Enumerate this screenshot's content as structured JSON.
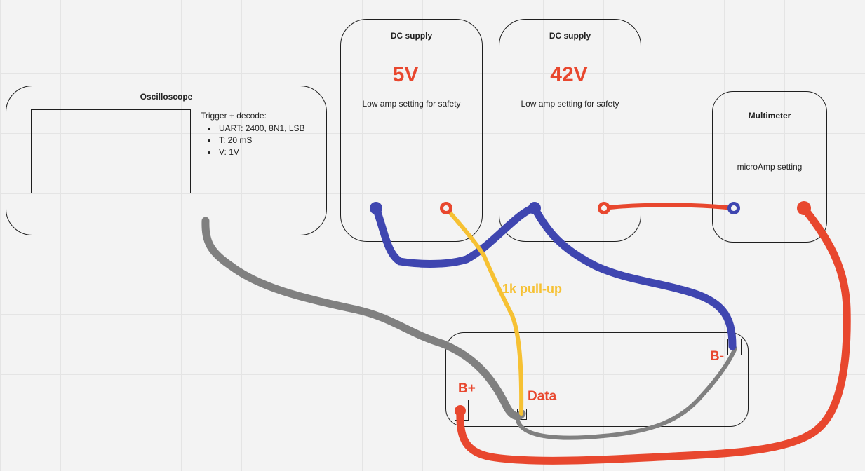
{
  "oscilloscope": {
    "title": "Oscilloscope",
    "trigger_label": "Trigger + decode:",
    "settings": [
      "UART: 2400, 8N1, LSB",
      "T: 20 mS",
      "V: 1V"
    ]
  },
  "dc_supply_1": {
    "title": "DC supply",
    "voltage": "5V",
    "note": "Low amp setting for safety"
  },
  "dc_supply_2": {
    "title": "DC supply",
    "voltage": "42V",
    "note": "Low amp setting for safety"
  },
  "multimeter": {
    "title": "Multimeter",
    "note": "microAmp setting"
  },
  "battery": {
    "bplus_label": "B+",
    "data_label": "Data",
    "bminus_label": "B-"
  },
  "wires": {
    "pullup_label": "1k pull-up"
  },
  "colors": {
    "red": "#e8472e",
    "blue": "#3f46b0",
    "yellow": "#f6c133",
    "gray": "#808080"
  }
}
